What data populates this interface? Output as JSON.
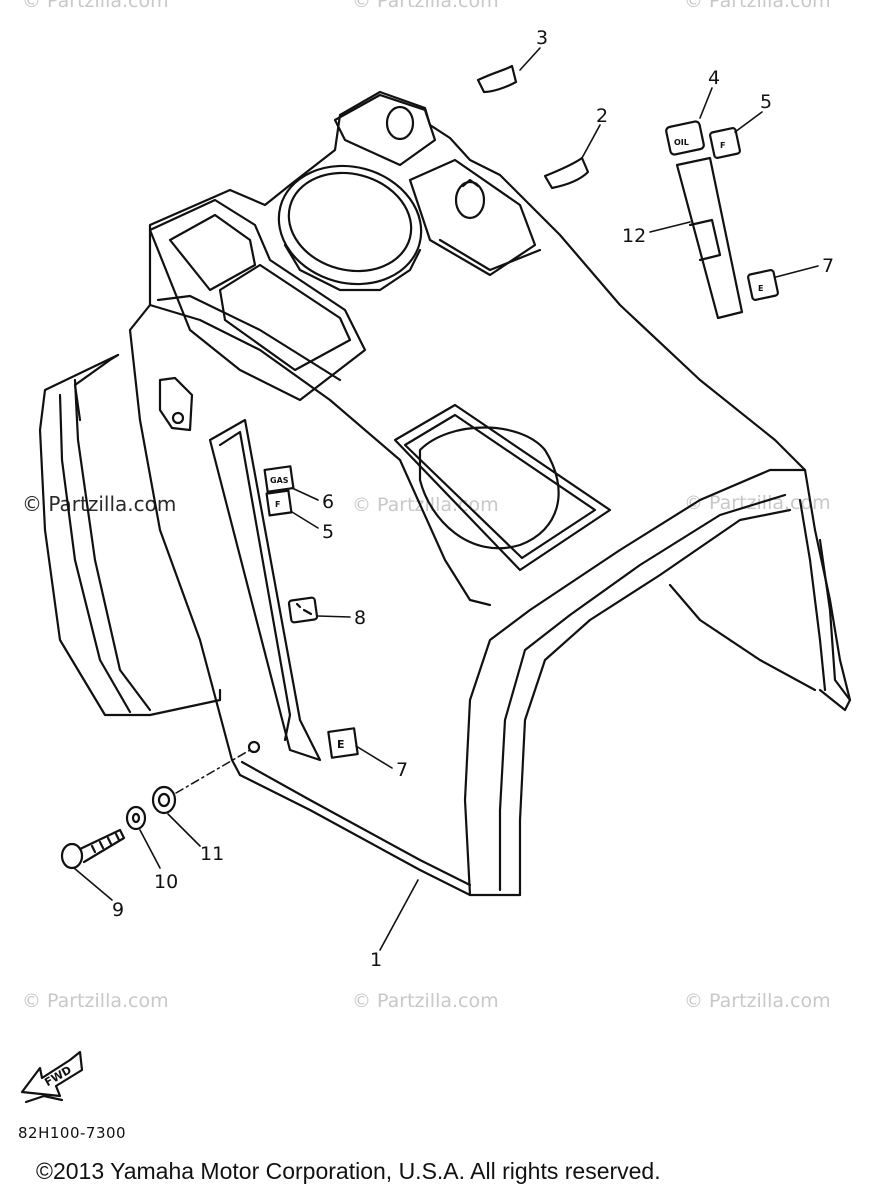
{
  "watermarks": {
    "light_text": "© Partzilla.com",
    "dark_text": "© Partzilla.com"
  },
  "callouts": {
    "c1": "1",
    "c2": "2",
    "c3": "3",
    "c4": "4",
    "c5a": "5",
    "c5b": "5",
    "c6": "6",
    "c7a": "7",
    "c7b": "7",
    "c8": "8",
    "c9": "9",
    "c10": "10",
    "c11": "11",
    "c12": "12"
  },
  "decal_labels": {
    "oil": "OIL",
    "f_top": "F",
    "e_top": "E",
    "gas": "GAS",
    "f_mid": "F",
    "e_mid": "E",
    "fwd": "FWD"
  },
  "footer": {
    "part_code": "82H100-7300",
    "copyright": "©2013 Yamaha Motor Corporation, U.S.A. All rights reserved."
  }
}
